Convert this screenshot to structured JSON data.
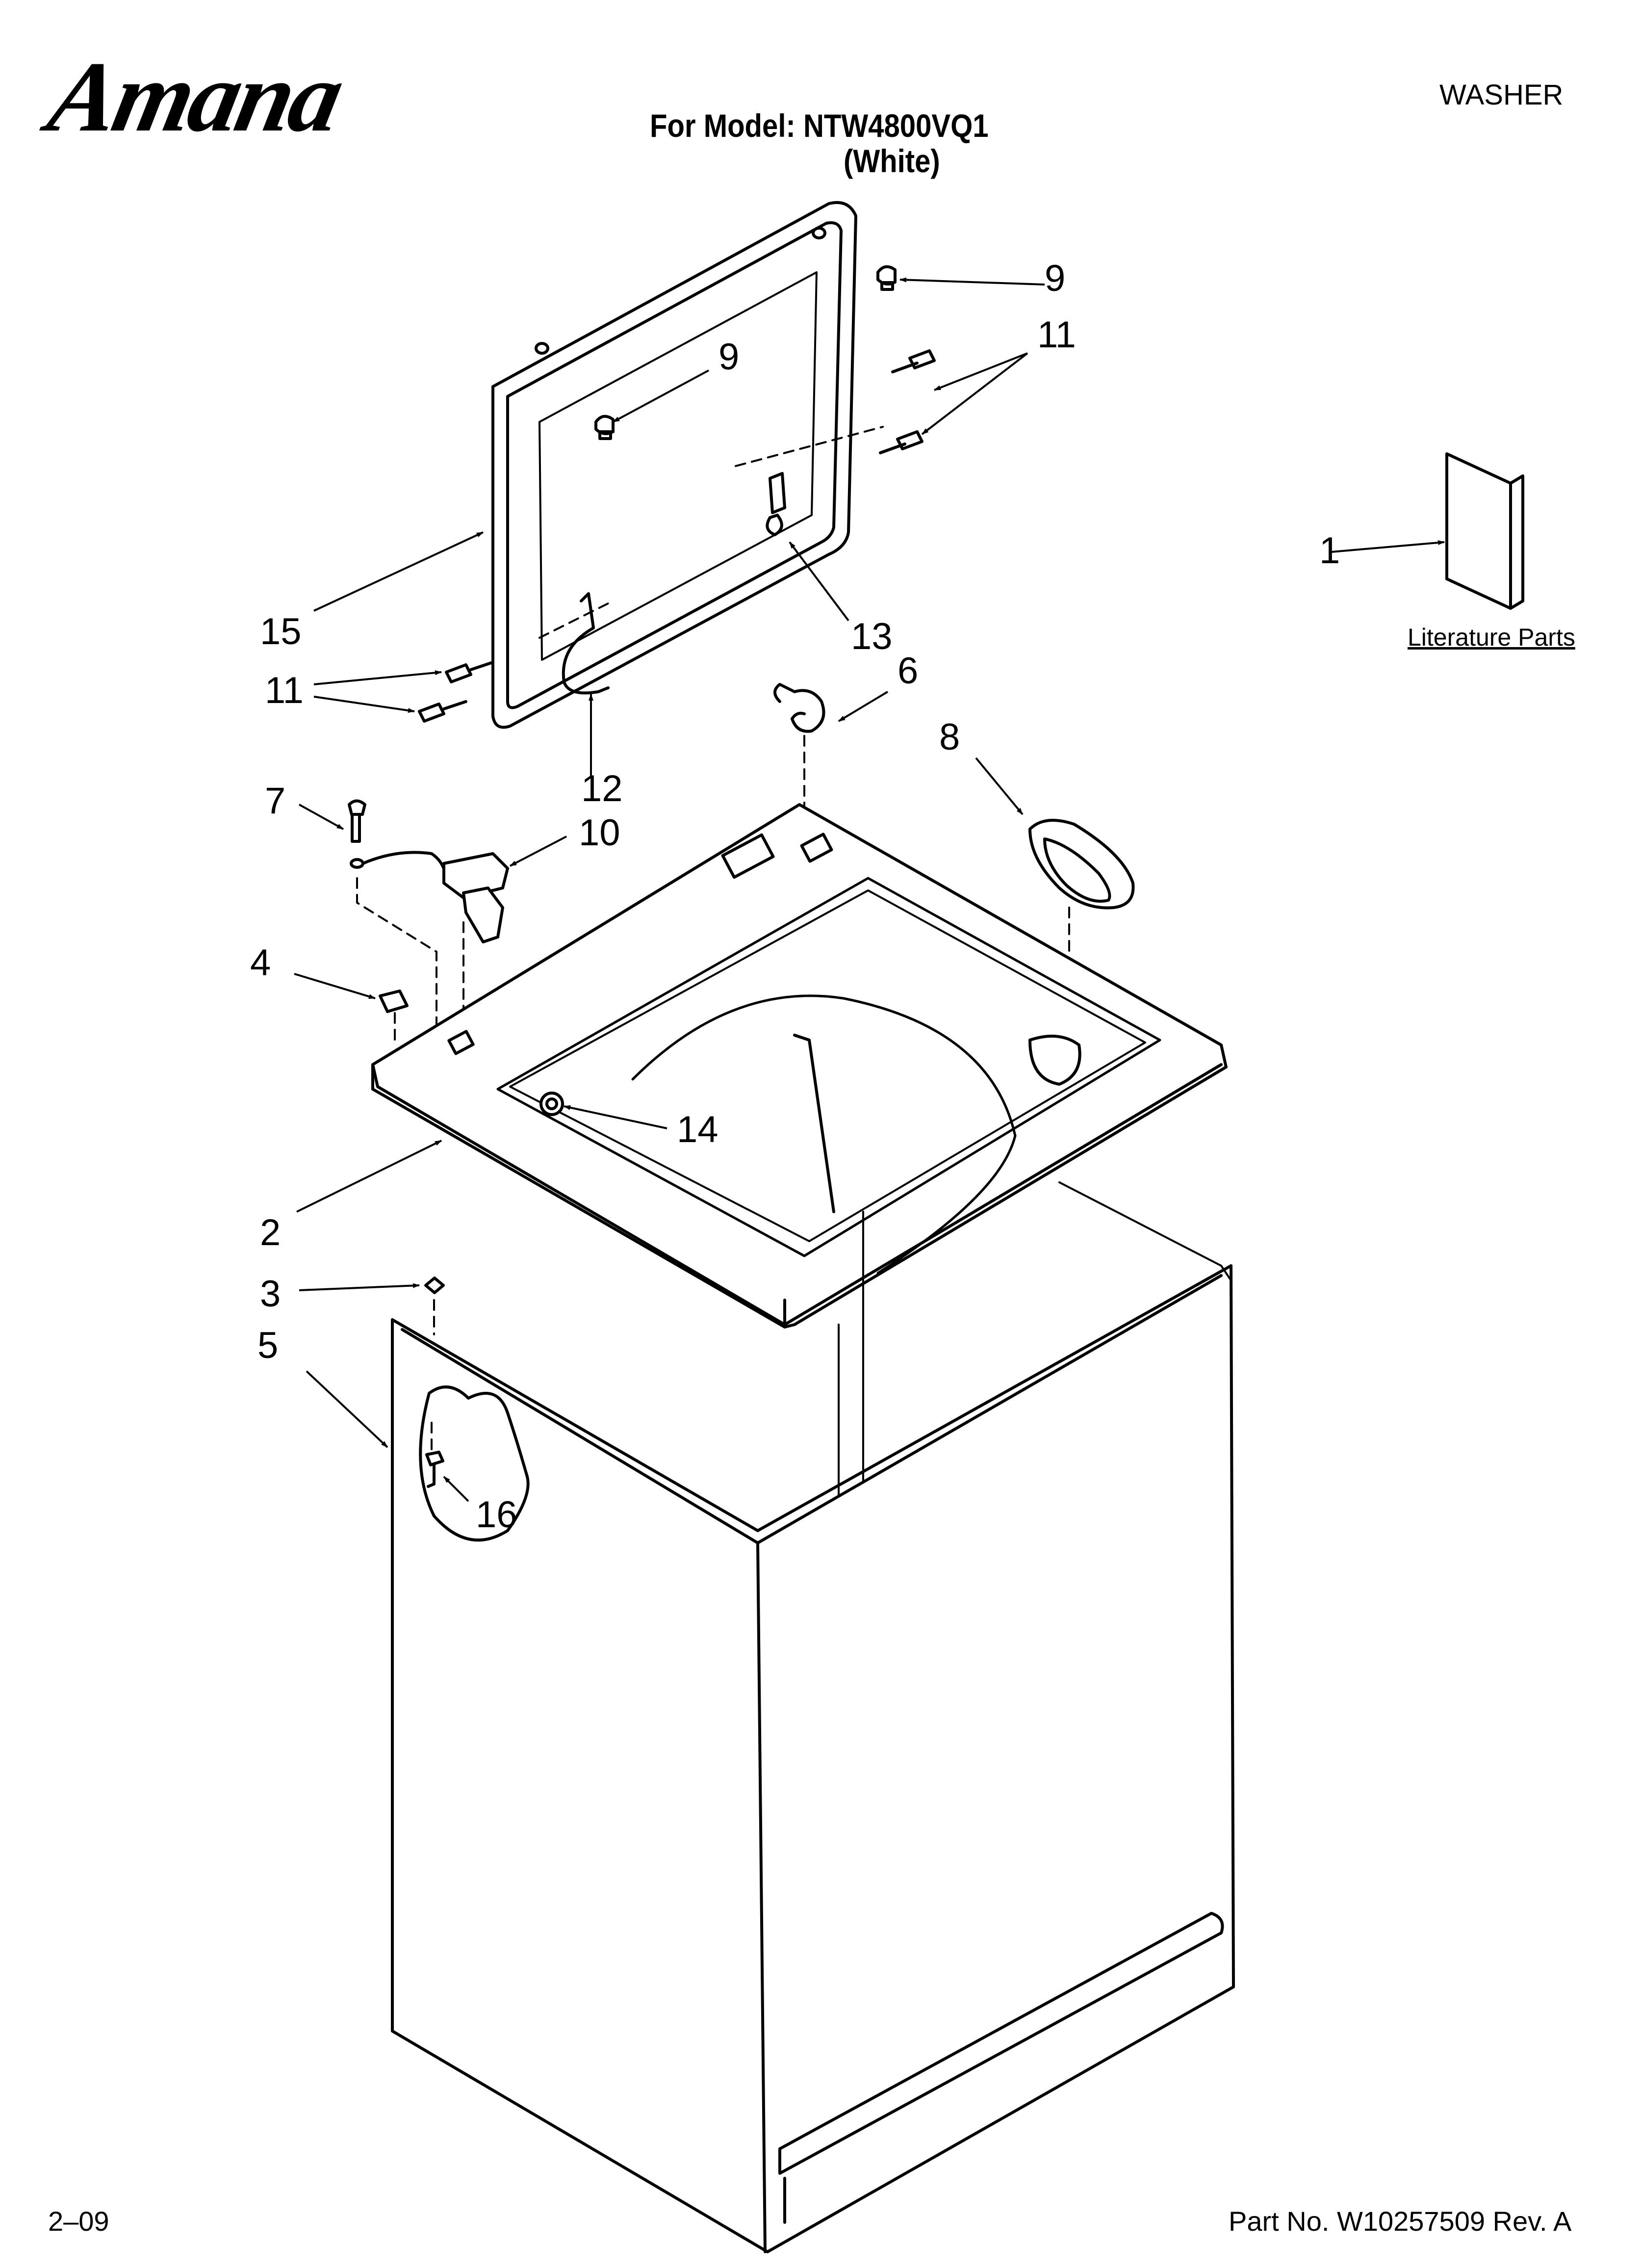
{
  "header": {
    "brand": "Amana",
    "model_line": "For Model: NTW4800VQ1",
    "color_line": "(White)",
    "category": "WASHER"
  },
  "footer": {
    "date": "2–09",
    "part_number": "Part No. W10257509 Rev. A"
  },
  "literature": {
    "label": "Literature Parts"
  },
  "callouts": {
    "c9_top": "9",
    "c9_lid": "9",
    "c11_right": "11",
    "c1": "1",
    "c15": "15",
    "c13": "13",
    "c11_left": "11",
    "c6": "6",
    "c8": "8",
    "c12": "12",
    "c7": "7",
    "c10": "10",
    "c4": "4",
    "c14": "14",
    "c2": "2",
    "c3": "3",
    "c5": "5",
    "c16": "16"
  }
}
